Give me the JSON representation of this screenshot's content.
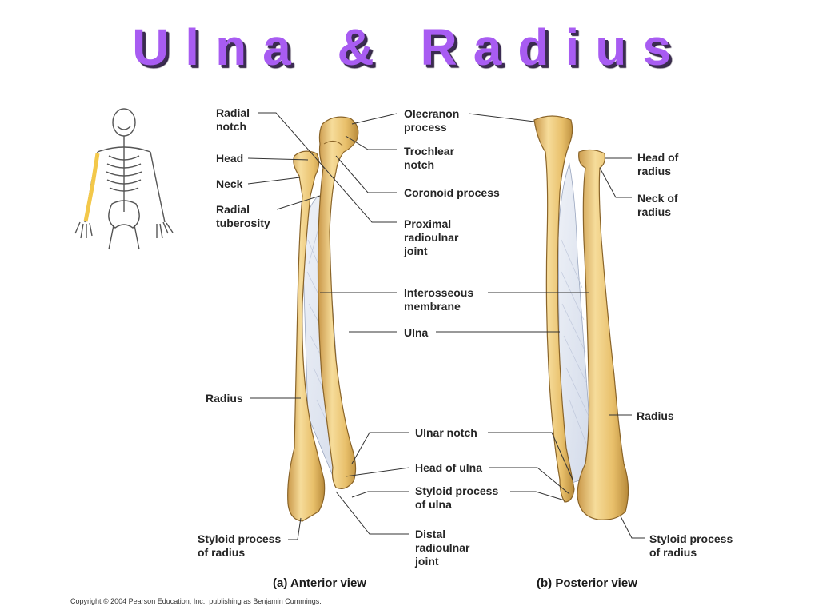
{
  "title": "Ulna & Radius",
  "labels": {
    "radial_notch": "Radial\nnotch",
    "head": "Head",
    "neck": "Neck",
    "radial_tuberosity": "Radial\ntuberosity",
    "radius_left": "Radius",
    "styloid_radius_left": "Styloid process\nof radius",
    "olecranon": "Olecranon\nprocess",
    "trochlear_notch": "Trochlear\nnotch",
    "coronoid_process": "Coronoid process",
    "proximal_ru_joint": "Proximal\nradioulnar\njoint",
    "interosseous_membrane": "Interosseous\nmembrane",
    "ulna": "Ulna",
    "ulnar_notch": "Ulnar notch",
    "head_of_ulna": "Head of ulna",
    "styloid_ulna": "Styloid process\nof ulna",
    "distal_ru_joint": "Distal\nradioulnar\njoint",
    "head_of_radius": "Head of\nradius",
    "neck_of_radius": "Neck of\nradius",
    "radius_right": "Radius",
    "styloid_radius_right": "Styloid process\nof radius"
  },
  "captions": {
    "anterior": "(a) Anterior view",
    "posterior": "(b) Posterior view"
  },
  "copyright": "Copyright © 2004 Pearson Education, Inc., publishing as Benjamin Cummings.",
  "colors": {
    "title": "#a85cf2",
    "bone": "#e8bf6a",
    "bone_light": "#f6dc9a",
    "bone_dark": "#b88a3a",
    "membrane": "#dde3ef",
    "highlight": "#f3c84a",
    "leader": "#333333"
  },
  "icons": [
    "skeleton-icon"
  ]
}
